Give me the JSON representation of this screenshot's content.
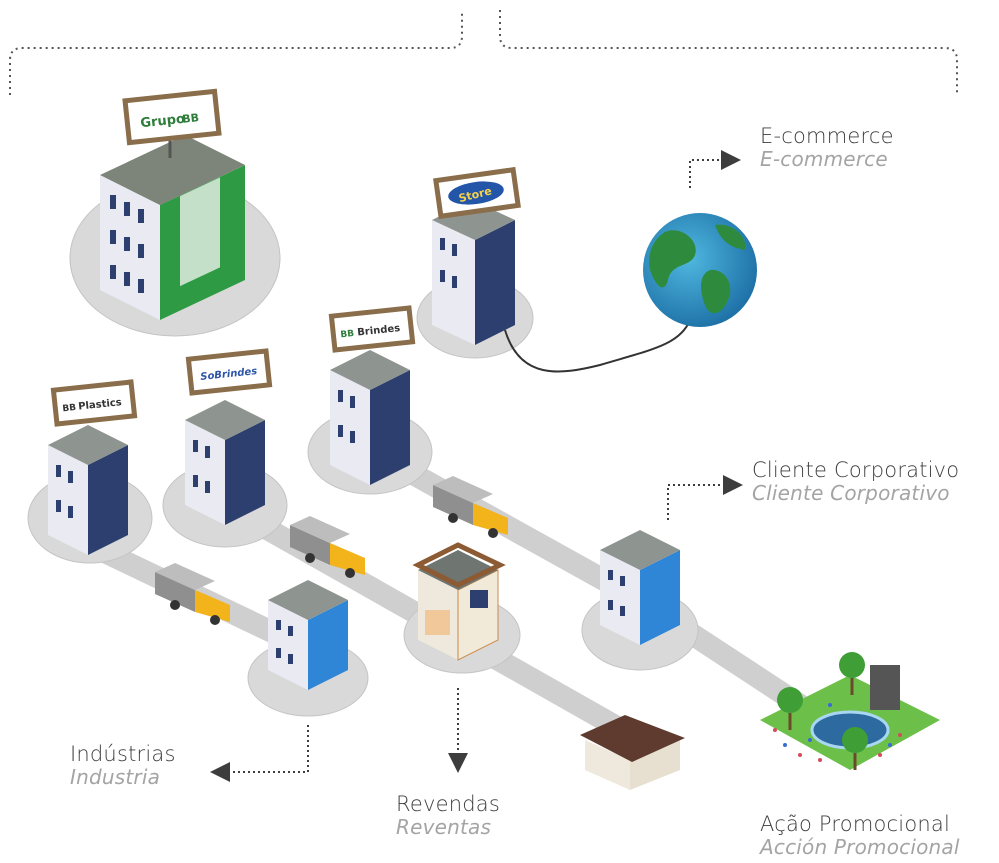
{
  "labels": {
    "ecommerce": {
      "main": "E-commerce",
      "sub": "E-commerce"
    },
    "corporativo": {
      "main": "Cliente Corporativo",
      "sub": "Cliente Corporativo"
    },
    "industrias": {
      "main": "Indústrias",
      "sub": "Industria"
    },
    "revendas": {
      "main": "Revendas",
      "sub": "Reventas"
    },
    "acao": {
      "main": "Ação Promocional",
      "sub": "Acción Promocional"
    }
  },
  "signs": {
    "grupo": "Grupo",
    "grupo_mark": "BB",
    "store": "Store",
    "brindes": "Brindes",
    "brindes_mark": "BB",
    "sobrindes": "SoBrindes",
    "plastics": "Plastics",
    "plastics_mark": "BB"
  },
  "icons": [
    "globe-icon",
    "truck-icon",
    "building-icon",
    "house-icon",
    "park-icon",
    "arrow-icon"
  ],
  "colors": {
    "road": "#cfcfcf",
    "platform": "#d9d9d9",
    "green_building": "#2e9b44",
    "navy_building": "#2c3f6e",
    "blue_building": "#2f86d6",
    "truck": "#f2b31b",
    "text_main": "#3d3d3d",
    "text_sub": "#a4a4a4"
  }
}
